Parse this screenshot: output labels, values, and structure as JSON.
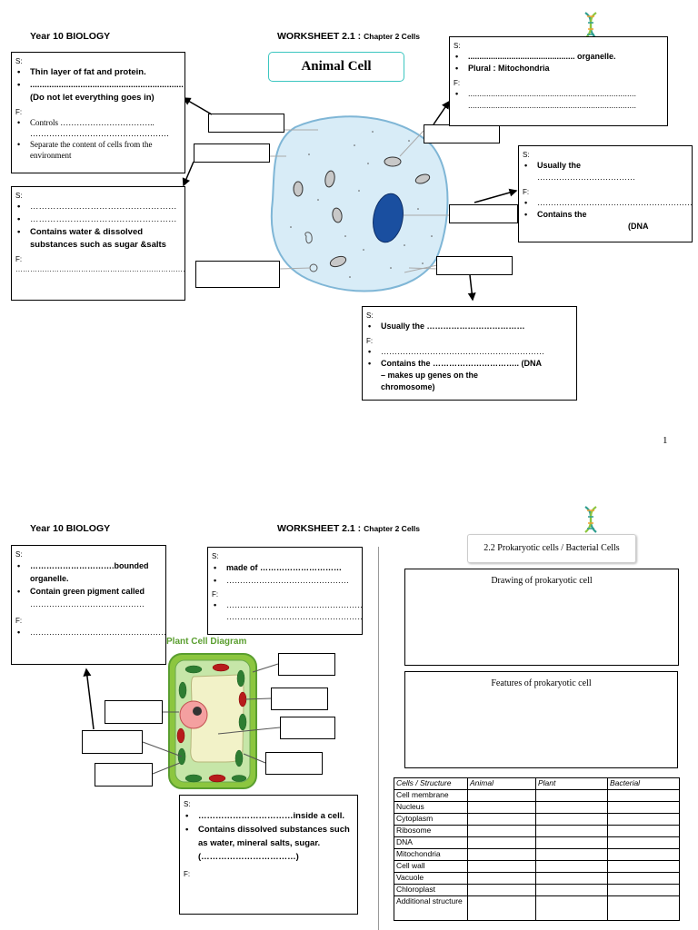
{
  "page1": {
    "header_left": "Year 10 BIOLOGY",
    "header_center": "WORKSHEET 2.1 :",
    "header_chapter": "Chapter 2 Cells",
    "title": "Animal Cell",
    "page_number": "1",
    "box_membrane": {
      "s": "S:",
      "b1": "Thin layer of fat and protein.",
      "b2": "................................................................",
      "b2b": "(Do not let everything goes in)",
      "f": "F:",
      "b3": "Controls ……………………………..",
      "b3b": "……………………………………………",
      "b4": "Separate the content of cells from the environment"
    },
    "box_cytoplasm": {
      "s": "S:",
      "b1": "……………………………………………",
      "b2": "……………………………………………",
      "b3": "Contains water & dissolved substances such as sugar &salts",
      "f": "F:",
      "fline": "…………………………………………………………………….."
    },
    "box_mito": {
      "s": "S:",
      "b1": "............................................... organelle.",
      "b2": "Plural : Mitochondria",
      "f": "F:",
      "b3": "..........................................................................",
      "b3b": ".........................................................................."
    },
    "box_nucleus": {
      "s": "S:",
      "b1": "Usually the",
      "b1b": "………………………………",
      "f": "F:",
      "b2": "……………………………………………………",
      "b3": "Contains the",
      "b3b": "(DNA"
    },
    "box_ribosome": {
      "s": "S:",
      "b1": "Usually the ………………………………",
      "f": "F:",
      "b2": "……………………………………………………",
      "b3": "Contains the ………………………….. (DNA",
      "b3b": "– makes up genes on the",
      "b3c": "chromosome)"
    }
  },
  "page2": {
    "header_left": "Year 10 BIOLOGY",
    "header_center": "WORKSHEET 2.1 :",
    "header_chapter": "Chapter 2 Cells",
    "plant_title": "Plant Cell Diagram",
    "box_chloro": {
      "s": "S:",
      "b1": "………………………….bounded organelle.",
      "b2": "Contain green pigment called",
      "b2b": "……………………………………",
      "f": "F:",
      "b3": "……………………………………………"
    },
    "box_wall": {
      "s": "S:",
      "b1": "made of …………………………",
      "b2": "………………………………………",
      "f": "F:",
      "b3": "……………………………………………",
      "b3b": "……………………………………………"
    },
    "box_vacuole": {
      "s": "S:",
      "b1": "……………………………inside a cell.",
      "b2": "Contains dissolved substances such as water, mineral salts, sugar.",
      "b2b": "(……………………………)",
      "f": "F:"
    },
    "prok_title": "2.2 Prokaryotic cells / Bacterial Cells",
    "drawing_title": "Drawing of prokaryotic cell",
    "features_title": "Features of prokaryotic cell",
    "table": {
      "headers": [
        "Cells / Structure",
        "Animal",
        "Plant",
        "Bacterial"
      ],
      "rows": [
        "Cell membrane",
        "Nucleus",
        "Cytoplasm",
        "Ribosome",
        "DNA",
        "Mitochondria",
        "Cell wall",
        "Vacuole",
        "Chloroplast",
        "Additional structure"
      ]
    }
  },
  "colors": {
    "cell_fill": "#d8ecf7",
    "nucleus": "#1a4fa0",
    "title_border": "#3cc6c0",
    "plant_wall": "#8cc63f",
    "plant_title": "#5a9e2f",
    "chloroplast": "#2e7d32",
    "vacuole": "#f2f2c8"
  },
  "icons": [
    "dna-icon"
  ]
}
